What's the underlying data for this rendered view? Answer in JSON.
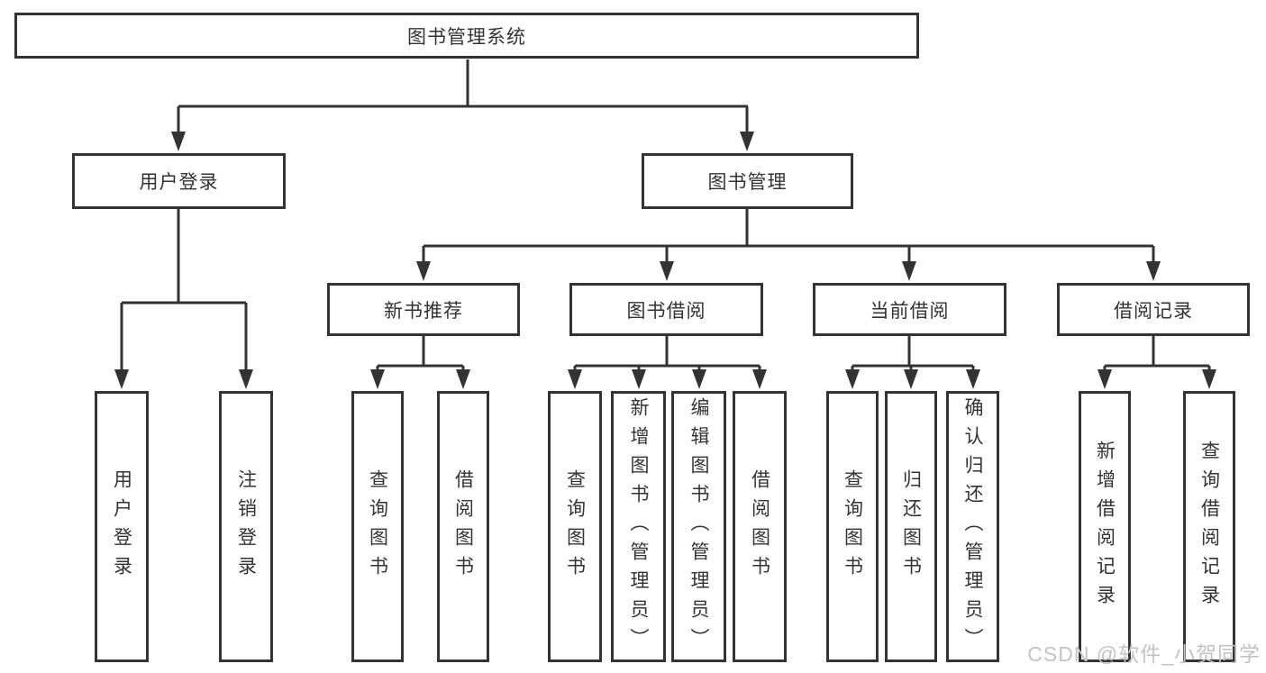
{
  "diagram_title": "图书管理系统",
  "tree": {
    "label": "图书管理系统",
    "children": [
      {
        "label": "用户登录",
        "children": [
          {
            "label": "用户登录"
          },
          {
            "label": "注销登录"
          }
        ]
      },
      {
        "label": "图书管理",
        "children": [
          {
            "label": "新书推荐",
            "children": [
              {
                "label": "查询图书"
              },
              {
                "label": "借阅图书"
              }
            ]
          },
          {
            "label": "图书借阅",
            "children": [
              {
                "label": "查询图书"
              },
              {
                "label": "新增图书（管理员）"
              },
              {
                "label": "编辑图书（管理员）"
              },
              {
                "label": "借阅图书"
              }
            ]
          },
          {
            "label": "当前借阅",
            "children": [
              {
                "label": "查询图书"
              },
              {
                "label": "归还图书"
              },
              {
                "label": "确认归还（管理员）"
              }
            ]
          },
          {
            "label": "借阅记录",
            "children": [
              {
                "label": "新增借阅记录"
              },
              {
                "label": "查询借阅记录"
              }
            ]
          }
        ]
      }
    ]
  },
  "watermark": "CSDN @软件_小贺同学",
  "colors": {
    "line": "#333333",
    "text": "#333333",
    "watermark_text": "#c6c2c2",
    "background": "#ffffff"
  }
}
